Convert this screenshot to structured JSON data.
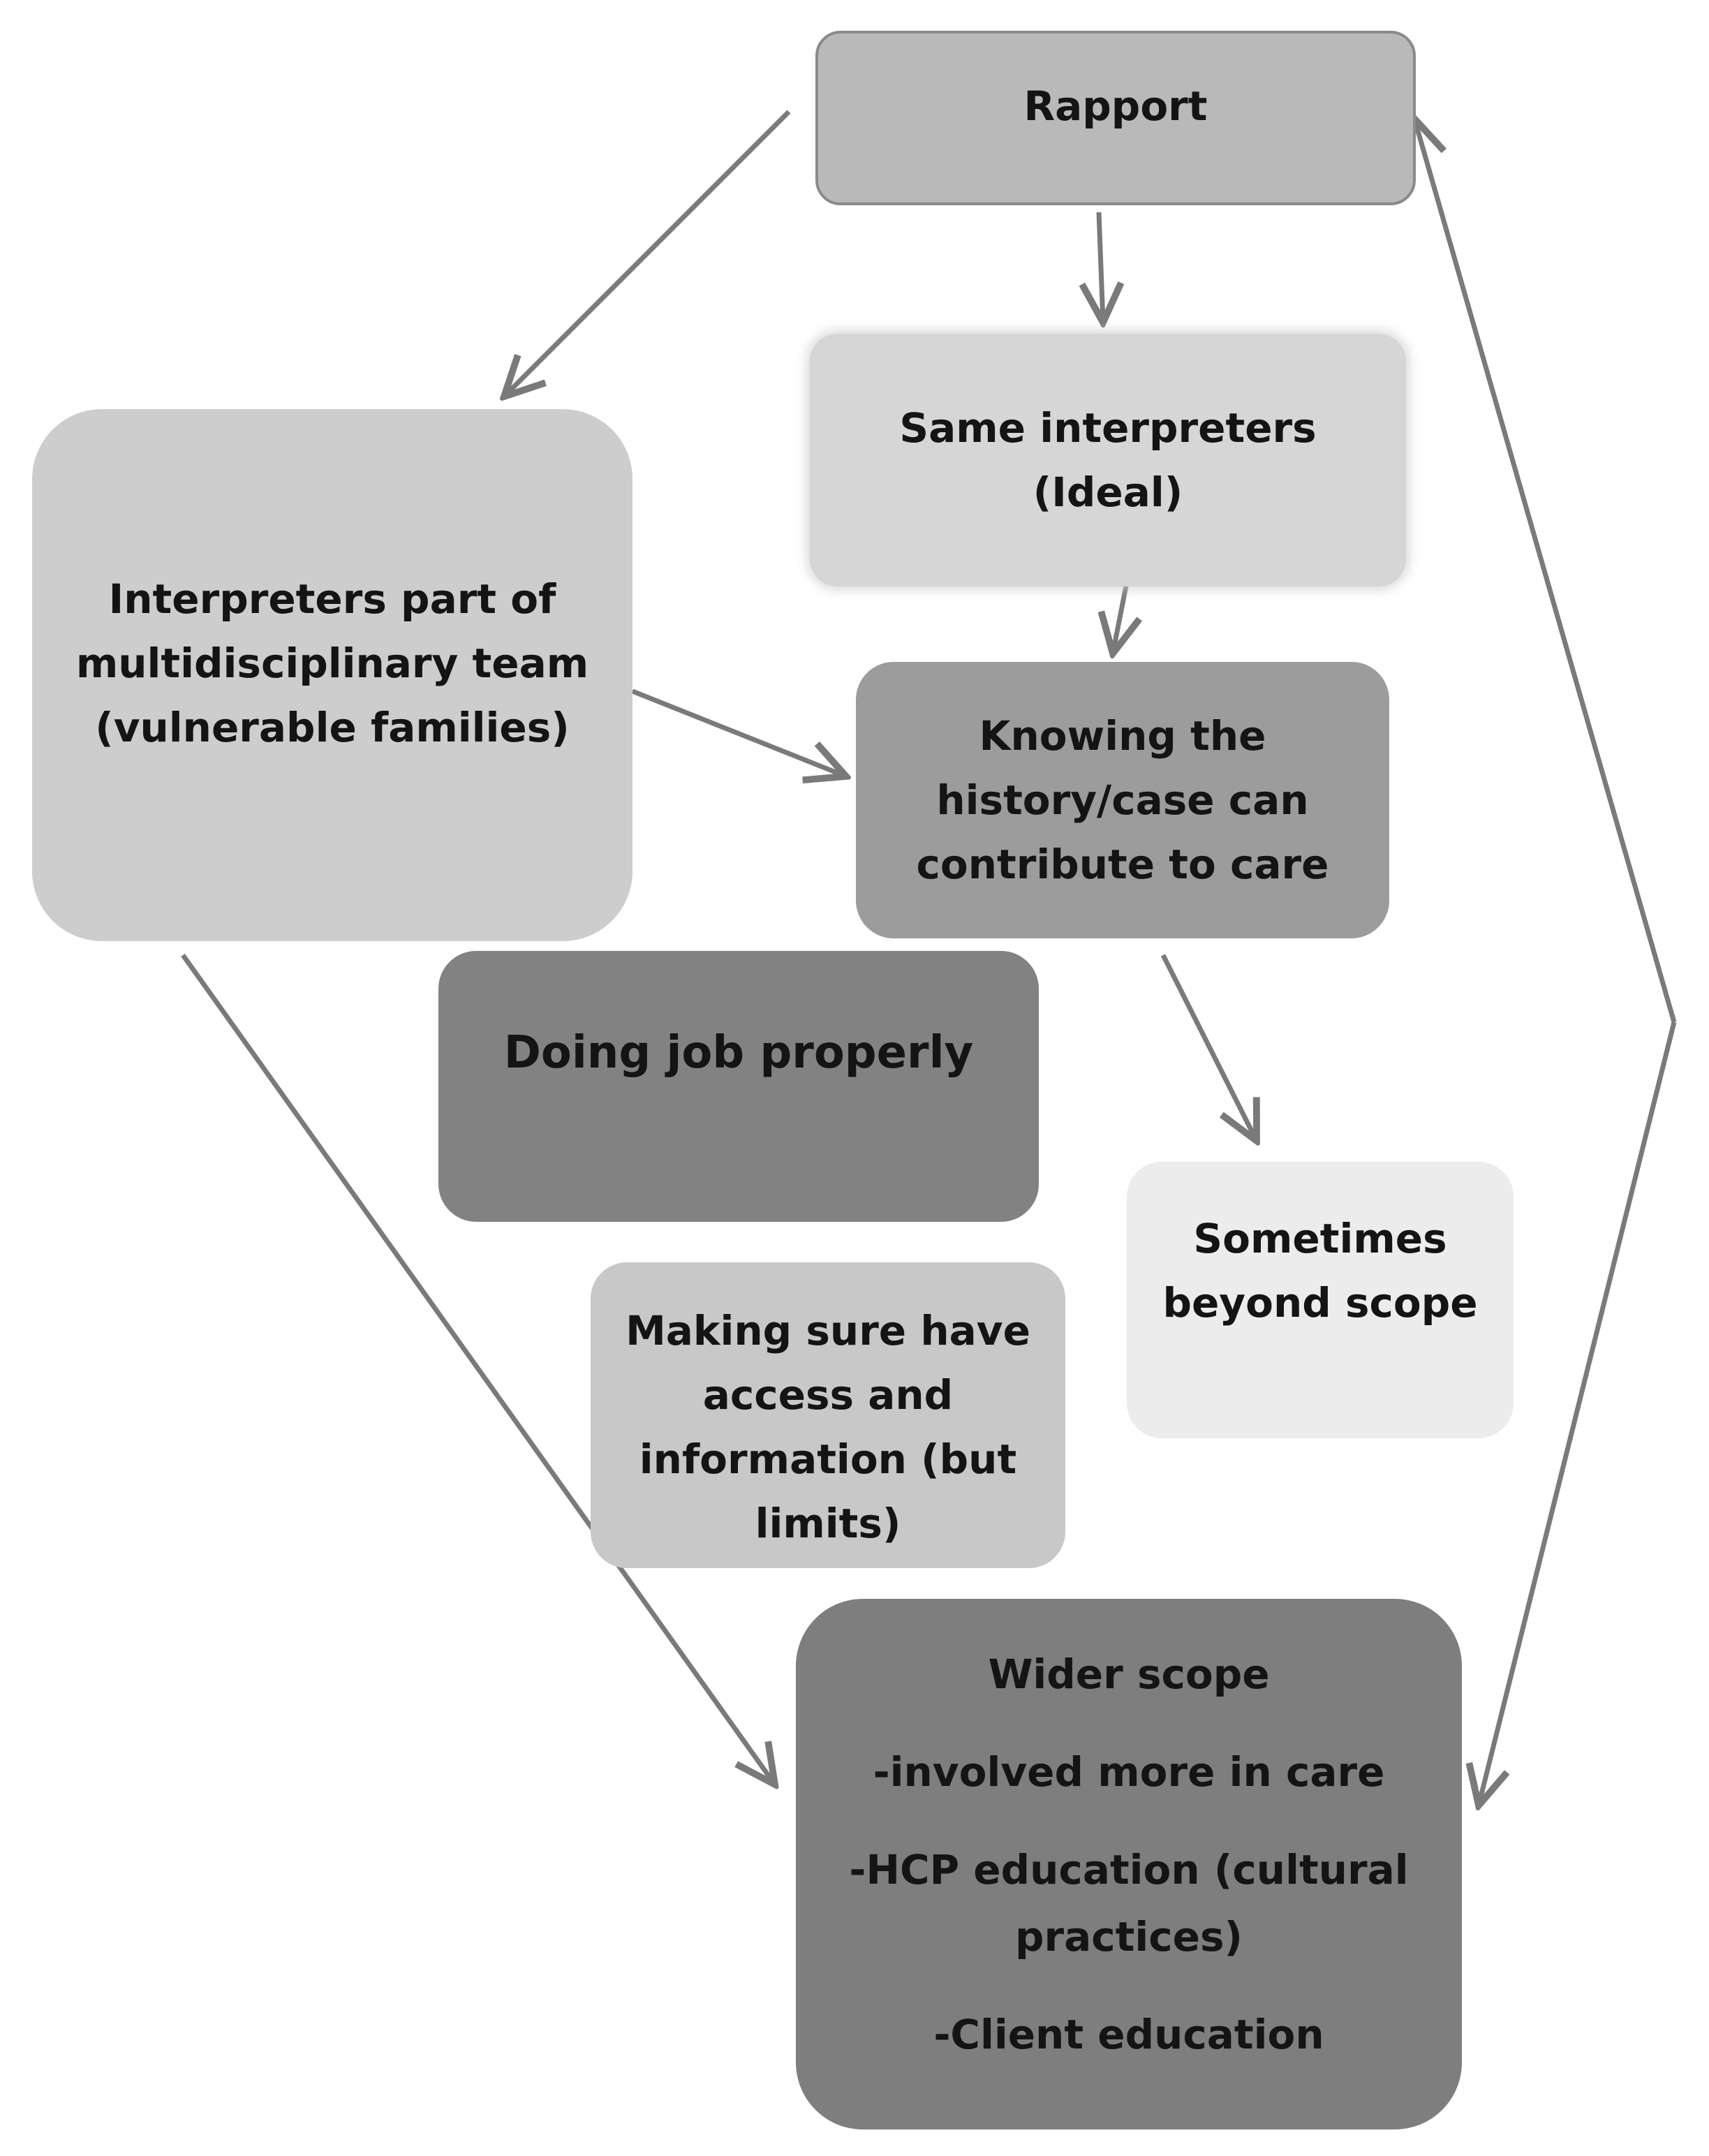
{
  "nodes": {
    "rapport": {
      "lines": [
        "Rapport"
      ]
    },
    "same_interpreters": {
      "lines": [
        "Same interpreters",
        "(Ideal)"
      ]
    },
    "interpreters_team": {
      "lines": [
        "Interpreters part of",
        "multidisciplinary team",
        "(vulnerable families)"
      ]
    },
    "knowing_history": {
      "lines": [
        "Knowing the",
        "history/case can",
        "contribute to care"
      ]
    },
    "doing_job": {
      "lines": [
        "Doing job properly"
      ]
    },
    "sometimes_beyond": {
      "lines": [
        "Sometimes",
        "beyond scope"
      ]
    },
    "making_sure": {
      "lines": [
        "Making sure have",
        "access and",
        "information (but",
        "limits)"
      ]
    },
    "wider_scope": {
      "title": "Wider scope",
      "item1": "-involved more in care",
      "item2_lines": [
        "-HCP education (cultural",
        "practices)"
      ],
      "item3": "-Client education"
    }
  },
  "colors": {
    "arrow": "#7a7a7a"
  }
}
